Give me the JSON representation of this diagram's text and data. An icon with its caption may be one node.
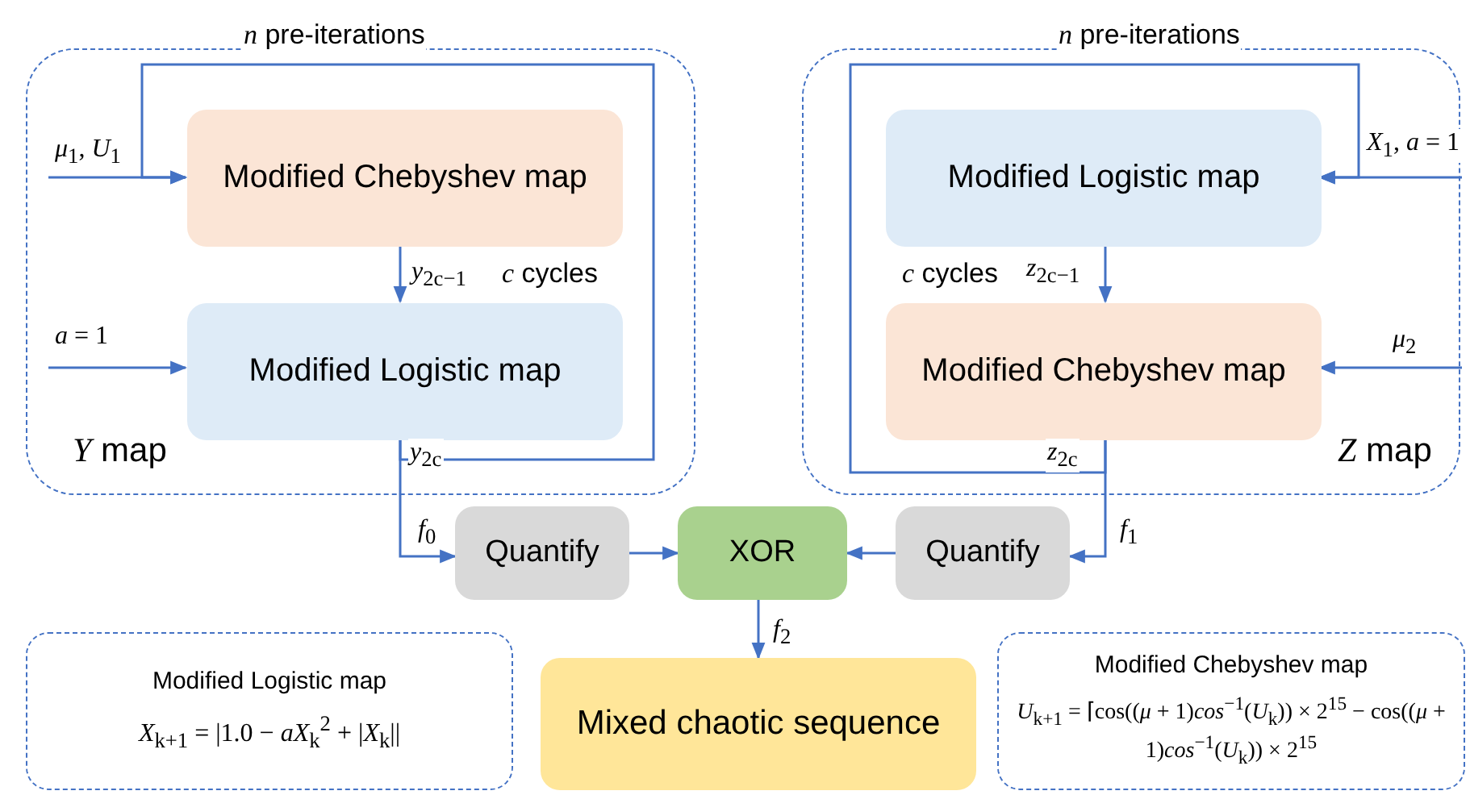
{
  "diagram": {
    "nodes": [
      {
        "text": [
          "*Y* map"
        ]
      },
      {
        "text": [
          "Modified Chebyshev map"
        ],
        "in": 0
      },
      {
        "text": [
          "Modified Logistic map"
        ],
        "in": 0
      },
      {
        "text": [
          "*Z* map"
        ]
      },
      {
        "text": [
          "Modified Logistic map"
        ],
        "in": 3
      },
      {
        "text": [
          "Modified Chebyshev map"
        ],
        "in": 3
      },
      {
        "text": [
          "Quantify"
        ]
      },
      {
        "text": [
          "XOR"
        ]
      },
      {
        "text": [
          "Quantify"
        ]
      },
      {
        "text": [
          "Mixed chaotic sequence"
        ]
      },
      {
        "text": [
          "Modified Logistic map",
          "*X*$_{k+1}$ = |1.0 − *aX*$_{k}$$^{2}$ + |*X*$_{k}$||"
        ]
      },
      {
        "text": [
          "Modified Chebyshev map",
          "*U*$_{k+1}$ = ⌈cos((*μ* + 1)*cos*$^{−1}$(*U*$_{k}$)) × 2$^{15}$ − cos((*μ* + 1)*cos*$^{−1}$(*U*$_{k}$)) × 2$^{15}$"
        ]
      }
    ],
    "edges": [
      {
        "from": null,
        "to": 1,
        "arrow": "to",
        "label": "*μ*$_{1}$, *U*$_{1}$"
      },
      {
        "from": 2,
        "to": 1,
        "arrow": "to",
        "label": "*n* pre-iterations"
      },
      {
        "from": 1,
        "to": 2,
        "arrow": "to",
        "label": "*y*$_{2c−1}$"
      },
      {
        "from": null,
        "to": 2,
        "arrow": "to",
        "label": "*a* = 1"
      },
      {
        "from": 2,
        "to": 6,
        "arrow": "to",
        "label": "*y*$_{2c}$"
      },
      {
        "from": null,
        "to": 4,
        "arrow": "to",
        "label": "*X*$_{1}$, *a* = 1"
      },
      {
        "from": 5,
        "to": 4,
        "arrow": "to",
        "label": "*n* pre-iterations"
      },
      {
        "from": 4,
        "to": 5,
        "arrow": "to",
        "label": "*z*$_{2c−1}$"
      },
      {
        "from": null,
        "to": 5,
        "arrow": "to",
        "label": "*μ*$_{2}$"
      },
      {
        "from": 5,
        "to": 8,
        "arrow": "to",
        "label": "*z*$_{2c}$"
      },
      {
        "from": 6,
        "to": 7,
        "arrow": "to"
      },
      {
        "from": 8,
        "to": 7,
        "arrow": "to"
      },
      {
        "from": 7,
        "to": 9,
        "arrow": "to",
        "label": "*f*$_{2}$"
      }
    ],
    "labels": [
      "*c* cycles",
      "*f*$_{0}$",
      "*c* cycles",
      "*f*$_{1}$"
    ]
  }
}
